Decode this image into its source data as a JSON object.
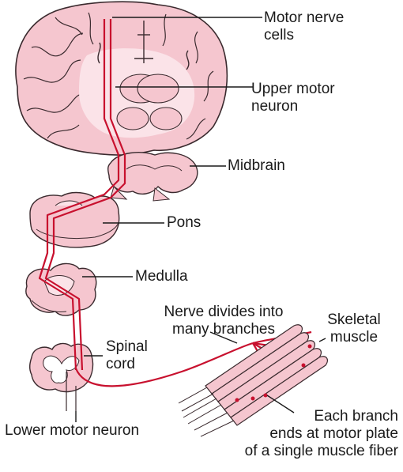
{
  "labels": {
    "motor_nerve_cells": [
      "Motor nerve",
      "cells"
    ],
    "upper_motor_neuron": [
      "Upper motor",
      "neuron"
    ],
    "midbrain": "Midbrain",
    "pons": "Pons",
    "medulla": "Medulla",
    "spinal_cord": [
      "Spinal",
      "cord"
    ],
    "lower_motor_neuron": "Lower motor neuron",
    "nerve_divides": [
      "Nerve divides into",
      "many branches"
    ],
    "skeletal_muscle": [
      "Skeletal",
      "muscle"
    ],
    "each_branch": [
      "Each branch",
      "ends at motor plate",
      "of a single muscle fiber"
    ]
  },
  "colors": {
    "tissue_pink": "#f5c6cf",
    "tissue_light": "#fbe3e8",
    "gray_matter": "#ffffff",
    "outline": "#3a2a2e",
    "neuron_red": "#c8102e"
  }
}
